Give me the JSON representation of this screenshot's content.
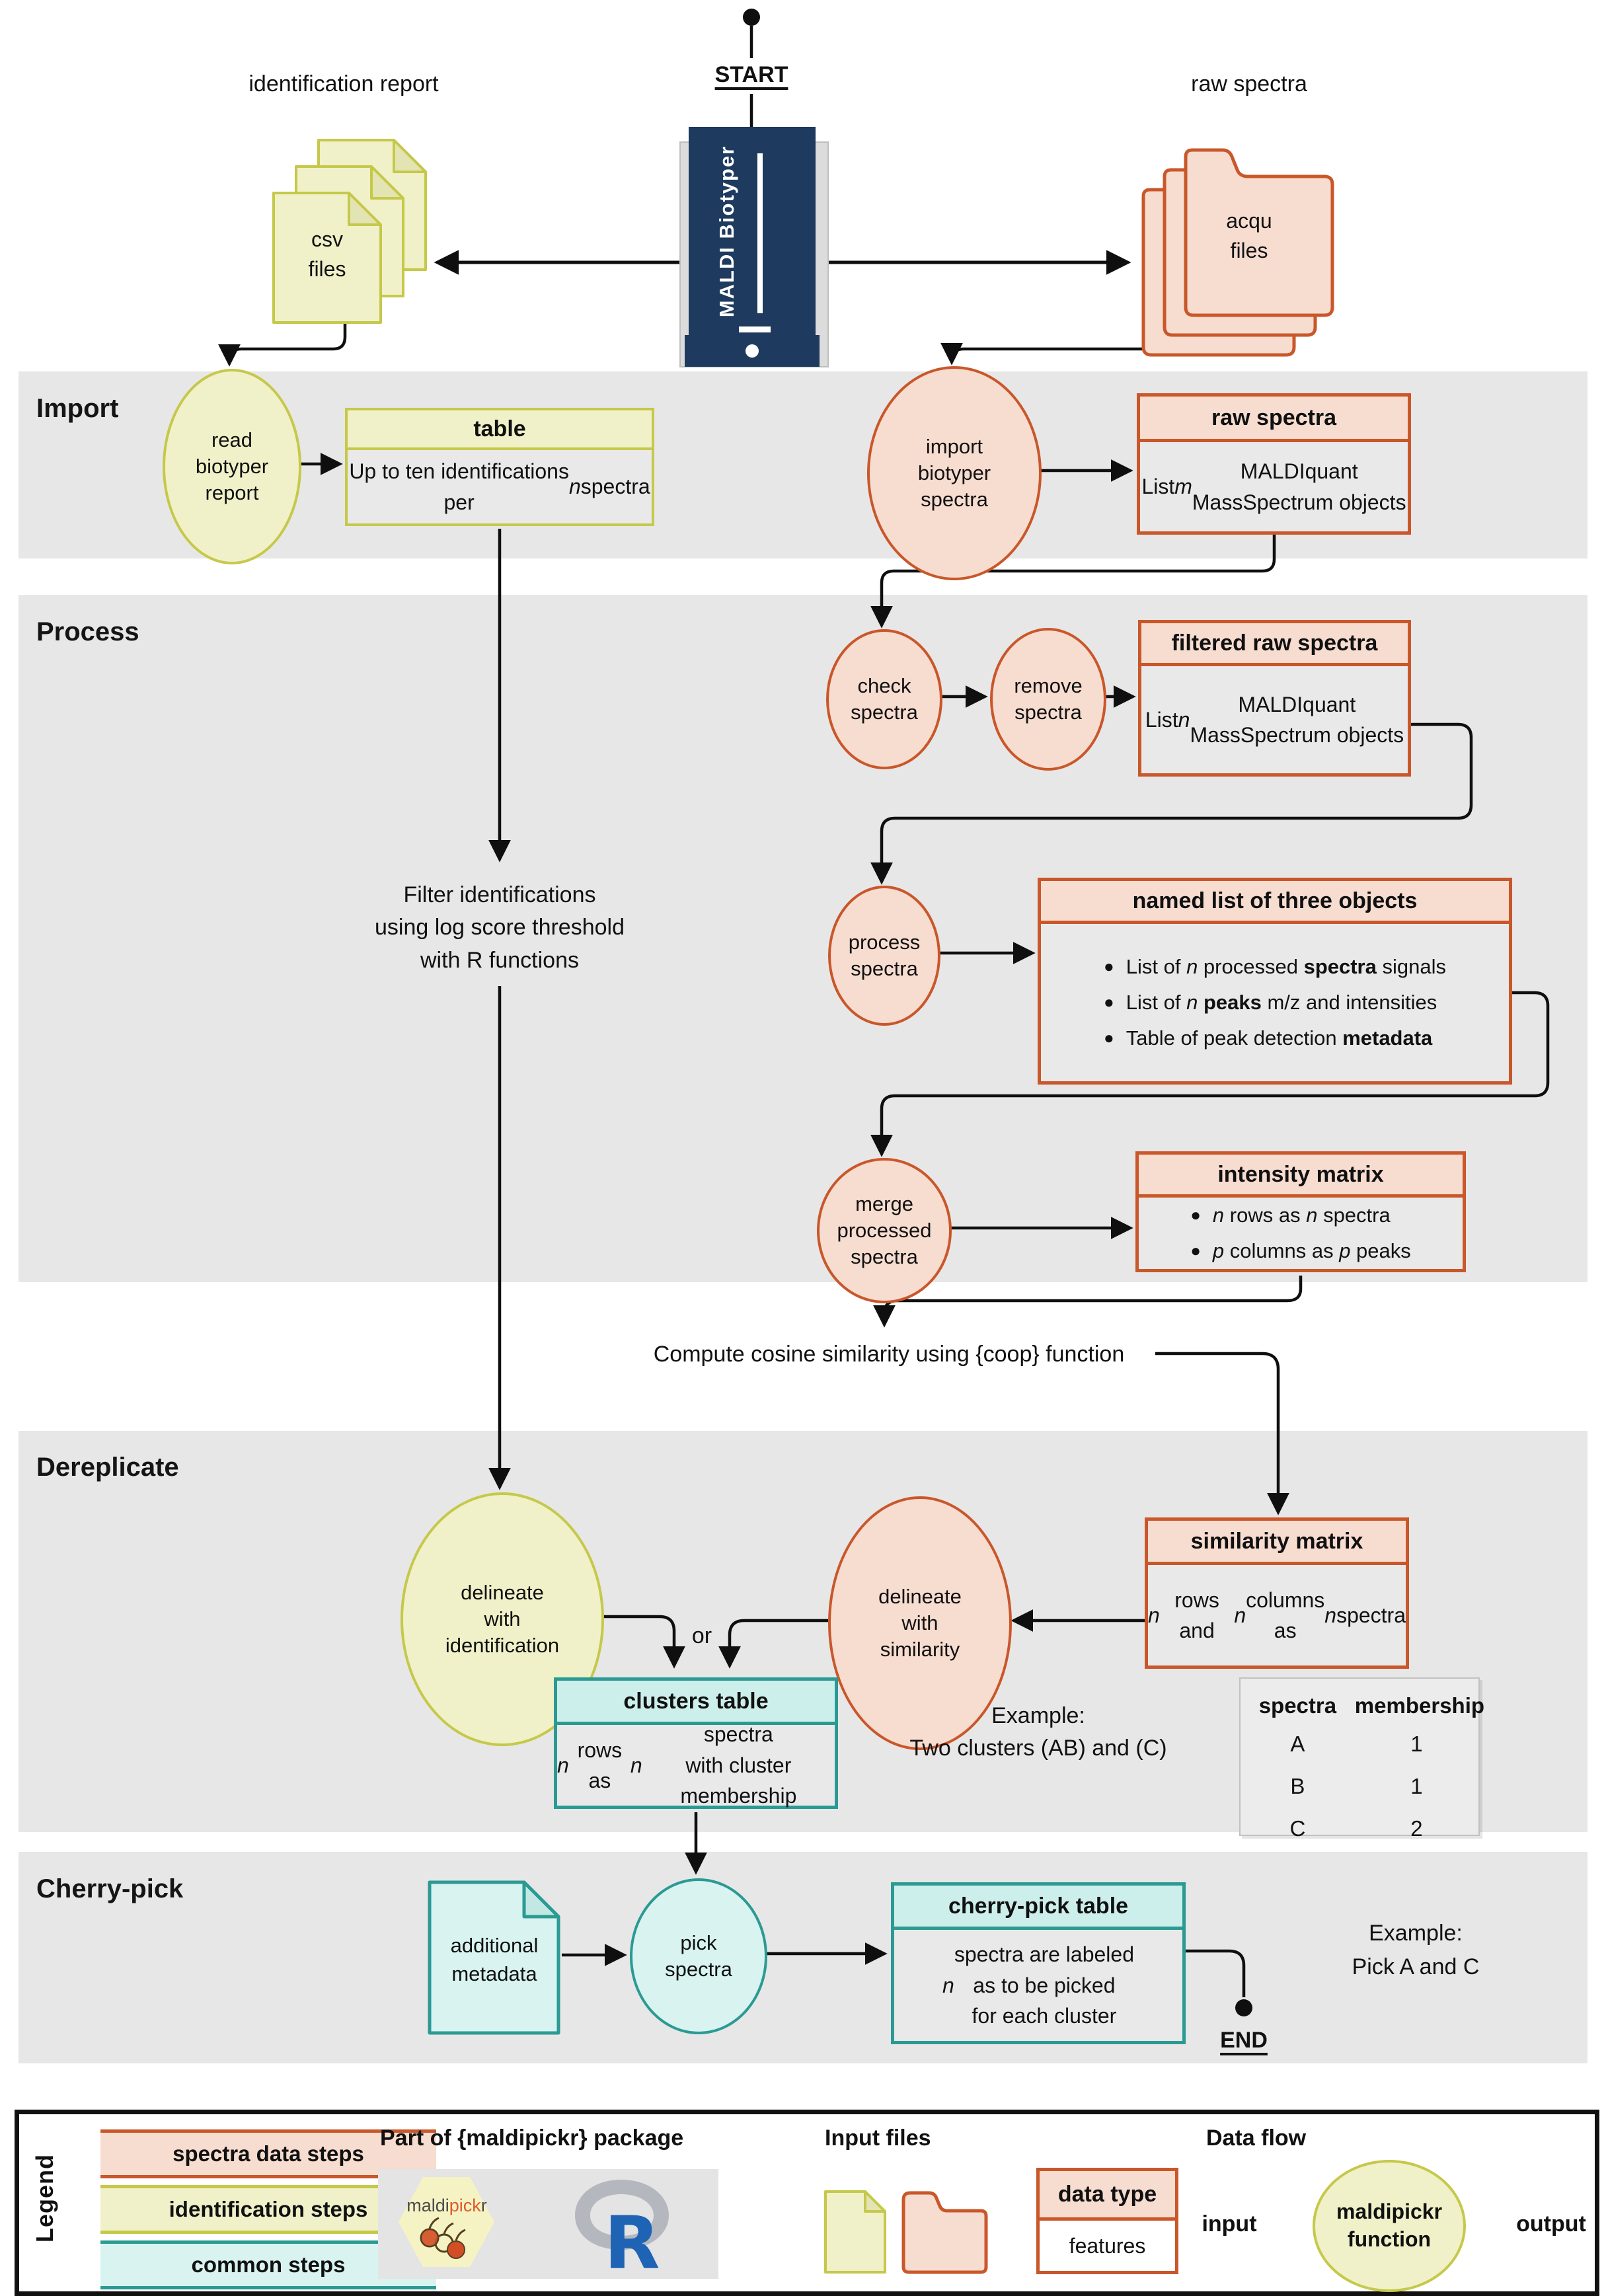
{
  "colors": {
    "band_gray": "#e7e7e7",
    "box_body_gray": "#e9e9e9",
    "spectra_fill": "#f7dcd0",
    "spectra_border": "#c9572a",
    "identification_fill": "#f0f1c9",
    "identification_border": "#c6c84a",
    "common_fill": "#d8f3f0",
    "common_border": "#2a9a93",
    "device_navy": "#1e3a5e",
    "ink": "#0f0f0f",
    "r_logo_blue": "#1f63b5"
  },
  "top": {
    "start_label": "START",
    "identification_report_label": "identification report",
    "raw_spectra_label": "raw spectra",
    "csv_files_label": "csv\nfiles",
    "acqu_files_label": "acqu\nfiles",
    "device_label": "MALDI Biotyper"
  },
  "sections": {
    "import": {
      "label": "Import",
      "read_step": "read\nbiotyper\nreport",
      "table_box": {
        "title": "table",
        "body": "Up to ten identifications\nper *n* spectra"
      },
      "import_step": "import\nbiotyper\nspectra",
      "raw_box": {
        "title": "raw spectra",
        "body": "List *m* MALDIquant\nMassSpectrum objects"
      }
    },
    "process": {
      "label": "Process",
      "check_step": "check\nspectra",
      "remove_step": "remove\nspectra",
      "filtered_box": {
        "title": "filtered raw spectra",
        "body": "List *n* MALDIquant\nMassSpectrum objects"
      },
      "process_step": "process\nspectra",
      "named_list_box": {
        "title": "named list of three objects",
        "bullets": [
          "List of *n* processed **spectra** signals",
          "List of *n* **peaks** m/z and intensities",
          "Table of peak detection **metadata**"
        ]
      },
      "merge_step": "merge\nprocessed\nspectra",
      "intensity_box": {
        "title": "intensity matrix",
        "bullets": [
          "*n* rows as *n* spectra",
          "*p* columns as *p* peaks"
        ]
      },
      "filter_note": "Filter identifications\nusing log score threshold\nwith R functions"
    },
    "cosine_note": "Compute cosine similarity using {coop} function",
    "dereplicate": {
      "label": "Dereplicate",
      "delineate_identification_step": "delineate\nwith\nidentification",
      "delineate_similarity_step": "delineate\nwith\nsimilarity",
      "similarity_box": {
        "title": "similarity matrix",
        "body": "*n* rows and *n* columns\nas *n* spectra"
      },
      "or_label": "or",
      "clusters_box": {
        "title": "clusters table",
        "body": "*n* rows as *n* spectra\nwith cluster membership"
      },
      "example": "Example:\nTwo clusters (AB) and (C)",
      "membership_table": {
        "headers": [
          "spectra",
          "membership"
        ],
        "rows": [
          [
            "A",
            "1"
          ],
          [
            "B",
            "1"
          ],
          [
            "C",
            "2"
          ]
        ]
      }
    },
    "cherry_pick": {
      "label": "Cherry-pick",
      "metadata_file": "additional\nmetadata",
      "pick_step": "pick\nspectra",
      "cherry_box": {
        "title": "cherry-pick table",
        "body": "*n* spectra are labeled\nas to be picked\nfor each cluster"
      },
      "example": "Example:\nPick A and C",
      "end_label": "END"
    }
  },
  "legend": {
    "label": "Legend",
    "swatches": [
      {
        "label": "spectra data steps"
      },
      {
        "label": "identification steps"
      },
      {
        "label": "common steps"
      }
    ],
    "package": {
      "title": "Part of {maldipickr} package",
      "logo_maldi": "maldi",
      "logo_pick": "pick",
      "logo_r": "r",
      "r_letter": "R"
    },
    "input_files": {
      "title": "Input files"
    },
    "data_type_box": {
      "title": "data type",
      "body": "features"
    },
    "data_flow": {
      "title": "Data flow",
      "input": "input",
      "function": "maldipickr\nfunction",
      "output": "output"
    }
  }
}
